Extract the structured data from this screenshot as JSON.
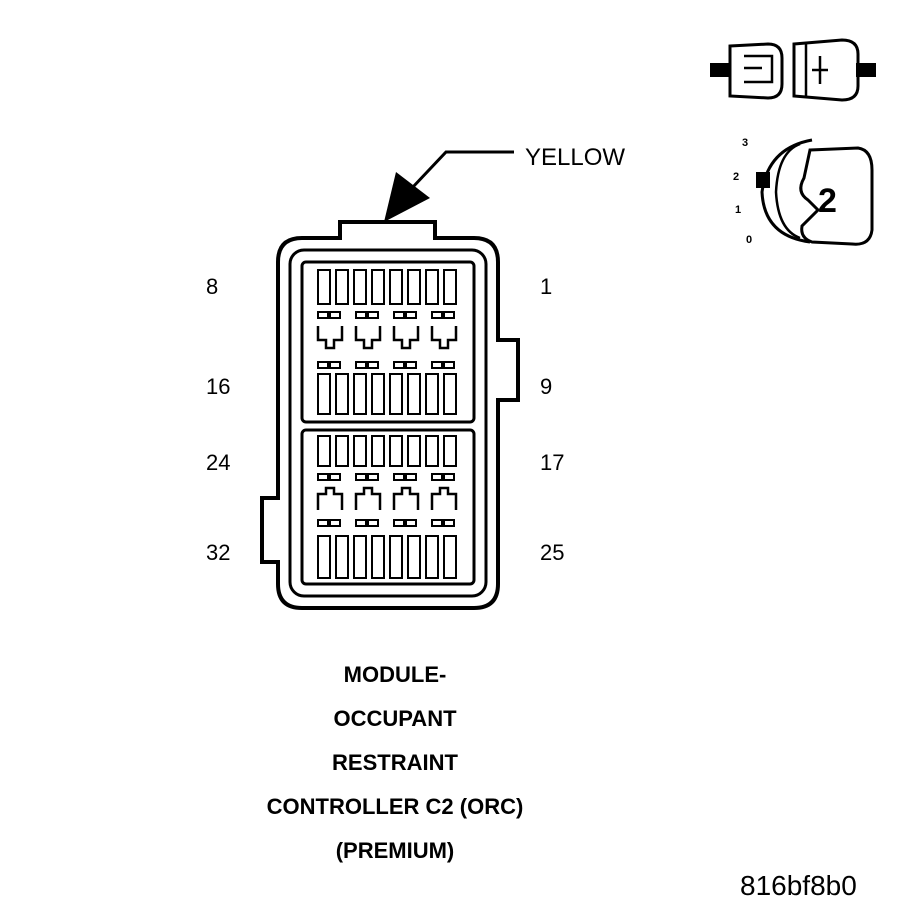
{
  "wire_color_label": "YELLOW",
  "pin_labels": {
    "top_left": "8",
    "top_right": "1",
    "upper_mid_left": "16",
    "upper_mid_right": "9",
    "lower_mid_left": "24",
    "lower_mid_right": "17",
    "bottom_left": "32",
    "bottom_right": "25"
  },
  "key_icon": {
    "position_numbers": [
      "3",
      "2",
      "1",
      "0"
    ],
    "key_number": "2"
  },
  "title_lines": [
    "MODULE-",
    "OCCUPANT",
    "RESTRAINT",
    "CONTROLLER C2 (ORC)",
    "(PREMIUM)"
  ],
  "image_code": "816bf8b0"
}
